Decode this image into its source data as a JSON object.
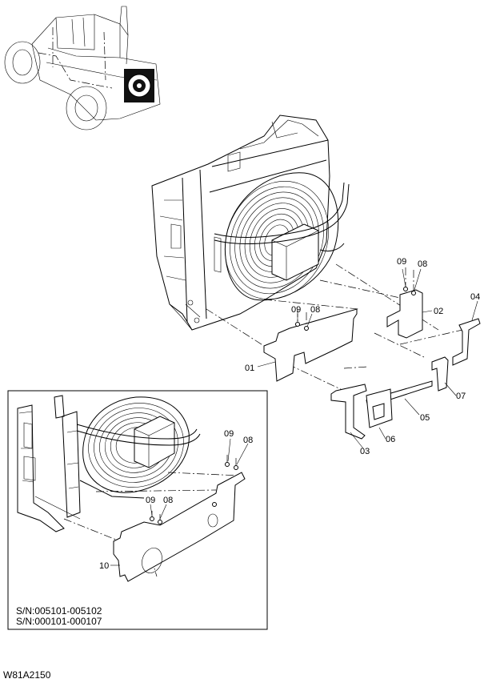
{
  "diagram_id": "W81A2150",
  "callouts": {
    "main": {
      "p09a": "09",
      "p08a": "08",
      "p09b": "09",
      "p08b": "08",
      "p01": "01",
      "p02": "02",
      "p03": "03",
      "p04": "04",
      "p05": "05",
      "p06": "06",
      "p07": "07"
    },
    "inset": {
      "p09a": "09",
      "p08a": "08",
      "p09b": "09",
      "p08b": "08",
      "p10": "10"
    }
  },
  "inset_serials": [
    "S/N:005101-005102",
    "S/N:000101-000107"
  ]
}
